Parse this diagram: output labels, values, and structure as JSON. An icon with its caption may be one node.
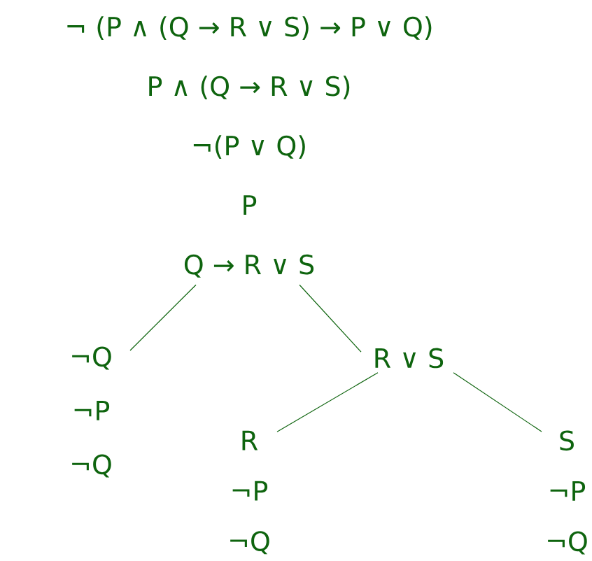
{
  "diagram": {
    "nodes": [
      {
        "text": [
          "¬ (P ∧ (Q → R ∨ S) → P ∨ Q)",
          "P ∧ (Q → R ∨ S)",
          "¬(P ∨ Q)",
          "P",
          "Q → R ∨ S"
        ]
      },
      {
        "text": [
          "¬Q",
          "¬P",
          "¬Q"
        ]
      },
      {
        "text": [
          "R ∨ S"
        ]
      },
      {
        "text": [
          "R",
          "¬P",
          "¬Q"
        ]
      },
      {
        "text": [
          "S",
          "¬P",
          "¬Q"
        ]
      }
    ],
    "edges": [
      {
        "from": 0,
        "to": 1,
        "arrow": "none"
      },
      {
        "from": 0,
        "to": 2,
        "arrow": "none"
      },
      {
        "from": 2,
        "to": 3,
        "arrow": "none"
      },
      {
        "from": 2,
        "to": 4,
        "arrow": "none"
      }
    ]
  }
}
